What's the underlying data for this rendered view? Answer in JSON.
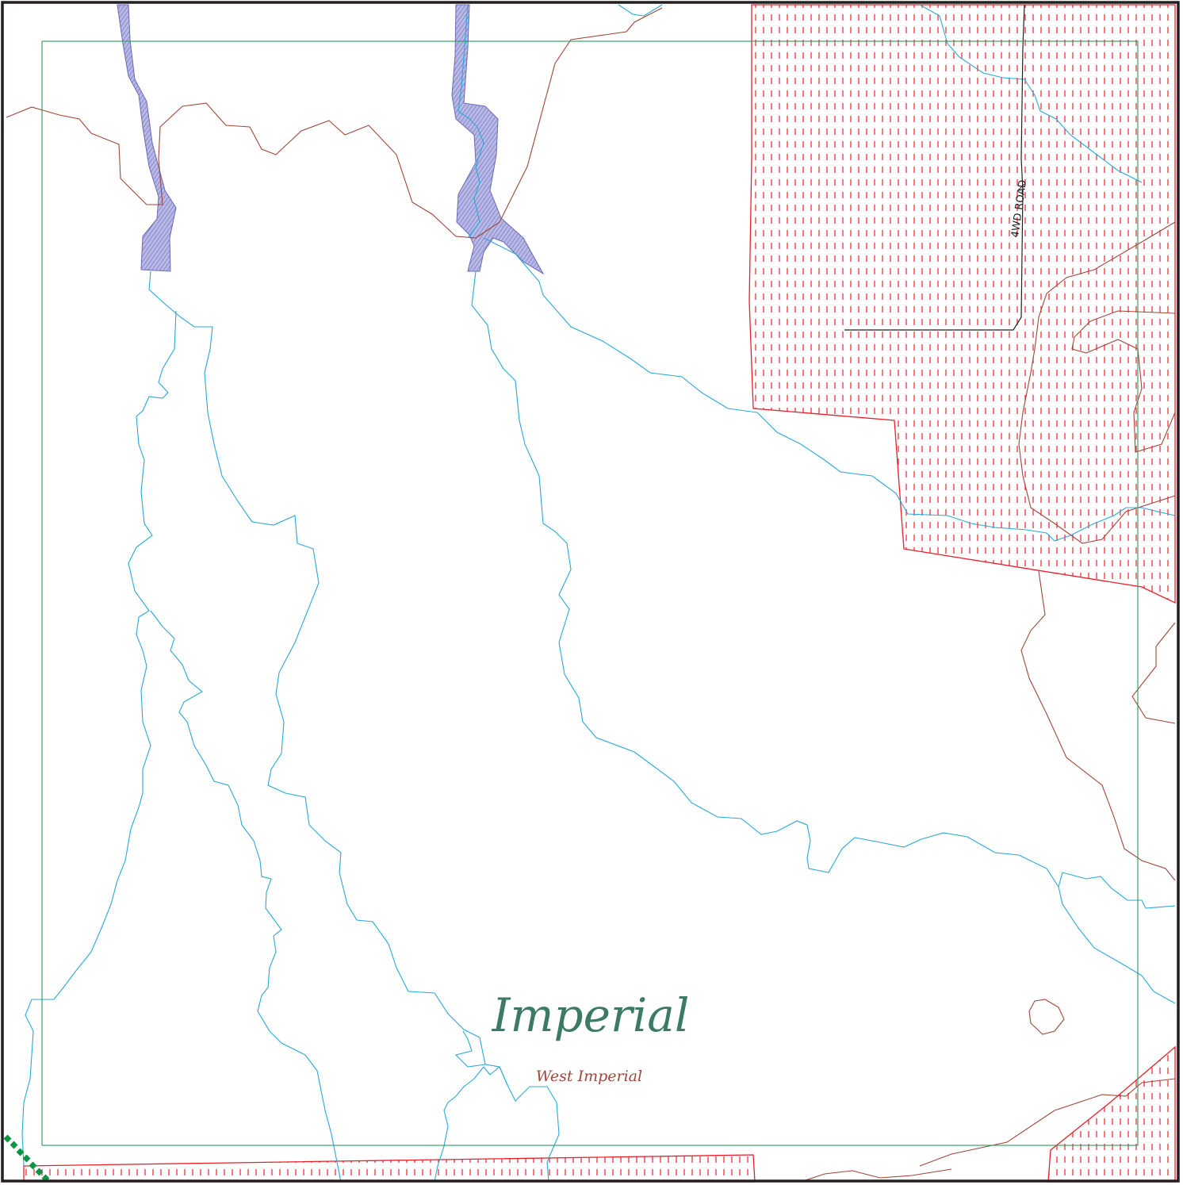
{
  "map": {
    "place_label": "Imperial",
    "place_sublabel": "West Imperial",
    "road_label": "4WD ROAD"
  },
  "colors": {
    "frame": "#231f20",
    "neatline": "#2a9a5a",
    "stream": "#29a8d8",
    "contour": "#a0463a",
    "restricted_area": "#e8202a",
    "water_body": "#7b7bc2",
    "road": "#231f20",
    "boundary_dots": "#0b9444",
    "place_label": "#3a7a66",
    "sublabel": "#a0463a"
  },
  "icons": {
    "hatch": "red-dash-hatch",
    "water_fill": "blue-diagonal-hatch"
  }
}
